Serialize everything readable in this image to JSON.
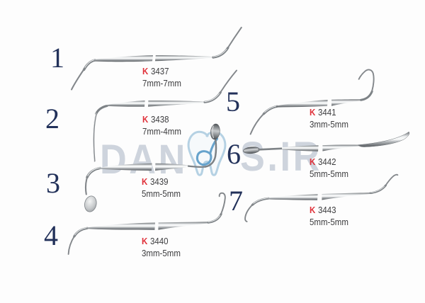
{
  "page": {
    "background": "#fdfdfd",
    "type": "dental-instrument-catalog"
  },
  "watermark": {
    "text_left": "DAN",
    "text_right": "S.IR",
    "icon": "tooth-logo",
    "text_color": "#a0acbe",
    "tooth_outline_color": "#a9cadf",
    "tooth_swoosh_color": "#4d94c4"
  },
  "catalog": {
    "items": [
      {
        "number": "1",
        "code_prefix": "K",
        "code": "3437",
        "size": "7mm-7mm"
      },
      {
        "number": "2",
        "code_prefix": "K",
        "code": "3438",
        "size": "7mm-4mm"
      },
      {
        "number": "3",
        "code_prefix": "K",
        "code": "3439",
        "size": "5mm-5mm"
      },
      {
        "number": "4",
        "code_prefix": "K",
        "code": "3440",
        "size": "3mm-5mm"
      },
      {
        "number": "5",
        "code_prefix": "K",
        "code": "3441",
        "size": "3mm-5mm"
      },
      {
        "number": "6",
        "code_prefix": "K",
        "code": "3442",
        "size": "5mm-5mm"
      },
      {
        "number": "7",
        "code_prefix": "K",
        "code": "3443",
        "size": "5mm-5mm"
      }
    ],
    "colors": {
      "code_prefix_color": "#e0313a",
      "code_text_color": "#3d3d3f",
      "number_color": "#22315a",
      "instrument_metal": "#8b9094"
    }
  }
}
